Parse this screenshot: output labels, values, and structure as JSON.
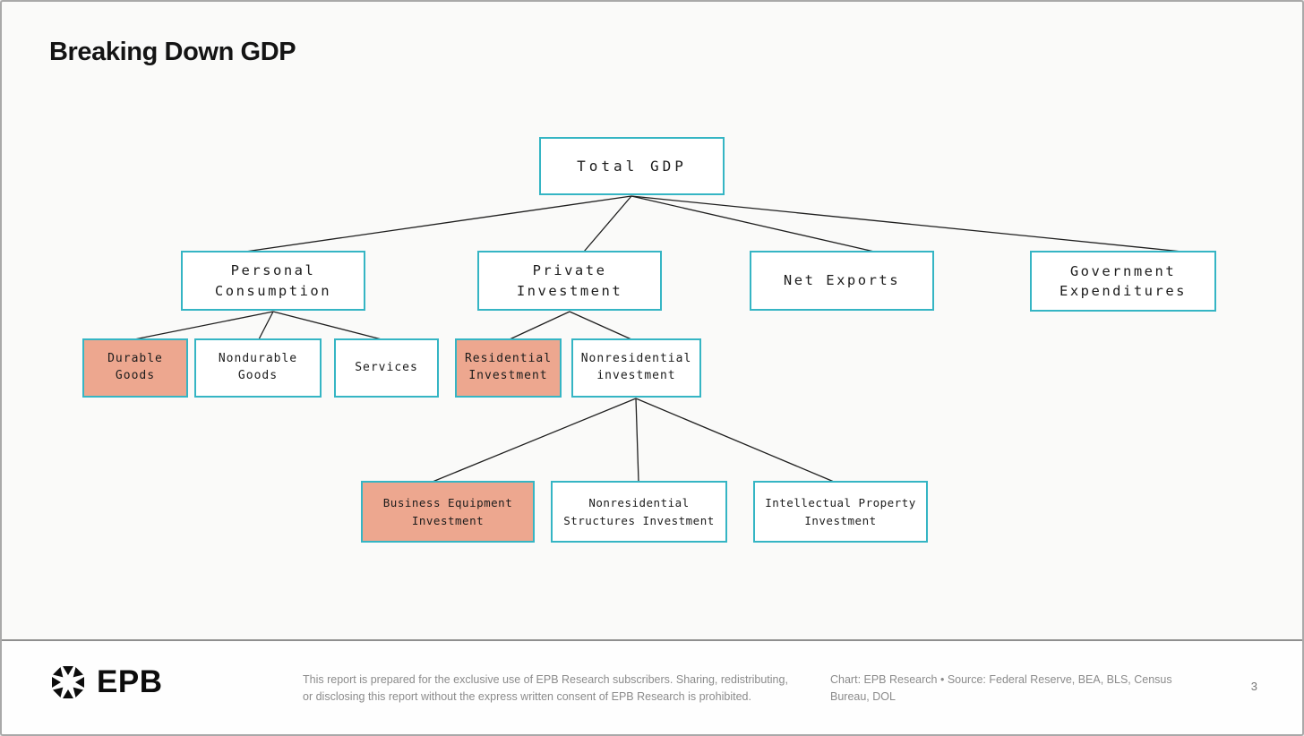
{
  "slide": {
    "title": "Breaking Down GDP",
    "page_number": "3"
  },
  "diagram": {
    "type": "tree",
    "nodes": {
      "total_gdp": {
        "label": "Total GDP",
        "level": 1,
        "highlighted": false
      },
      "personal_consumption": {
        "label": "Personal Consumption",
        "level": 2,
        "parent": "total_gdp",
        "highlighted": false
      },
      "private_investment": {
        "label": "Private Investment",
        "level": 2,
        "parent": "total_gdp",
        "highlighted": false
      },
      "net_exports": {
        "label": "Net Exports",
        "level": 2,
        "parent": "total_gdp",
        "highlighted": false
      },
      "government_expenditures": {
        "label": "Government Expenditures",
        "level": 2,
        "parent": "total_gdp",
        "highlighted": false
      },
      "durable_goods": {
        "label": "Durable Goods",
        "level": 3,
        "parent": "personal_consumption",
        "highlighted": true
      },
      "nondurable_goods": {
        "label": "Nondurable Goods",
        "level": 3,
        "parent": "personal_consumption",
        "highlighted": false
      },
      "services": {
        "label": "Services",
        "level": 3,
        "parent": "personal_consumption",
        "highlighted": false
      },
      "residential_investment": {
        "label": "Residential Investment",
        "level": 3,
        "parent": "private_investment",
        "highlighted": true
      },
      "nonresidential_investment": {
        "label": "Nonresidential investment",
        "level": 3,
        "parent": "private_investment",
        "highlighted": false
      },
      "business_equipment_investment": {
        "label": "Business Equipment Investment",
        "level": 4,
        "parent": "nonresidential_investment",
        "highlighted": true
      },
      "nonresidential_structures_investment": {
        "label": "Nonresidential Structures Investment",
        "level": 4,
        "parent": "nonresidential_investment",
        "highlighted": false
      },
      "intellectual_property_investment": {
        "label": "Intellectual Property Investment",
        "level": 4,
        "parent": "nonresidential_investment",
        "highlighted": false
      }
    },
    "colors": {
      "box_border": "#35b5c4",
      "highlight_fill": "#eda78f",
      "connector_line": "#1f1f1f"
    }
  },
  "footer": {
    "logo_text": "EPB",
    "disclaimer": "This report is prepared for the exclusive use of EPB Research subscribers. Sharing, redistributing, or disclosing this report without the express written consent of EPB Research is prohibited.",
    "credit": "Chart: EPB Research  •  Source: Federal Reserve, BEA, BLS, Census Bureau, DOL"
  }
}
